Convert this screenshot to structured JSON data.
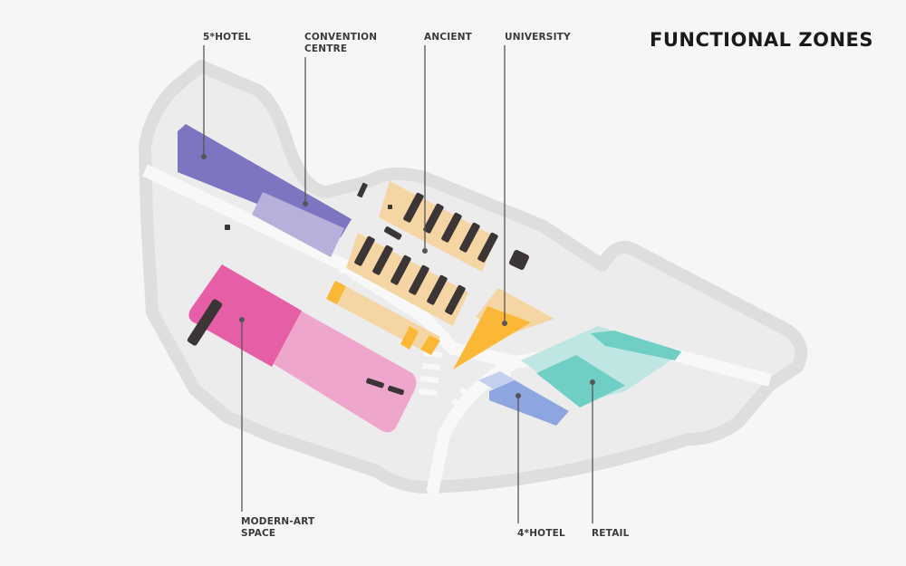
{
  "title": "FUNCTIONAL ZONES",
  "zones": [
    {
      "id": "five-star-hotel",
      "lines": [
        "5*HOTEL"
      ],
      "color": "#7d74c2"
    },
    {
      "id": "convention-centre",
      "lines": [
        "CONVENTION",
        "CENTRE"
      ],
      "color": "#b6b0db"
    },
    {
      "id": "ancient",
      "lines": [
        "ANCIENT"
      ],
      "color": "#f5d5a4"
    },
    {
      "id": "university",
      "lines": [
        "UNIVERSITY"
      ],
      "color": "#fbb836"
    },
    {
      "id": "modern-art-space",
      "lines": [
        "MODERN-ART",
        "SPACE"
      ],
      "color": "#e65fa6"
    },
    {
      "id": "four-star-hotel",
      "lines": [
        "4*HOTEL"
      ],
      "color": "#8ea6df"
    },
    {
      "id": "retail",
      "lines": [
        "RETAIL"
      ],
      "color": "#6fcfc4"
    }
  ],
  "colors": {
    "background": "#f6f6f6",
    "site": "#ececec",
    "site_outline": "#dedede",
    "building": "#3b3535",
    "leader": "#555555"
  }
}
